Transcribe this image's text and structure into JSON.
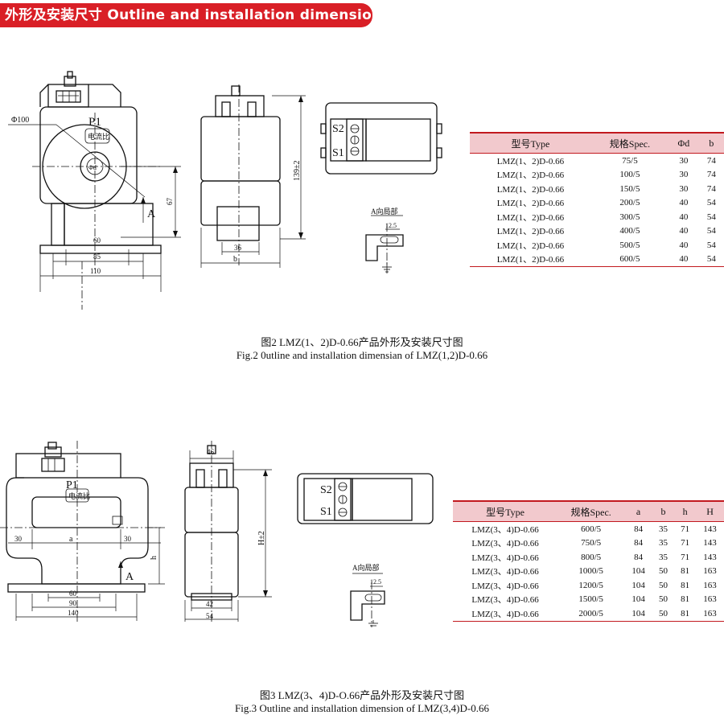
{
  "header": {
    "title": "外形及安装尺寸 Outline and installation dimension"
  },
  "fig2": {
    "labels": {
      "phi100": "Φ100",
      "p1": "P1",
      "ratio": "电流比",
      "phid": "Φd",
      "a": "A",
      "d67": "67",
      "d60": "60",
      "d85": "85",
      "d110": "110",
      "d36": "36",
      "b": "b",
      "d139": "139±2",
      "s2": "S2",
      "s1": "S1",
      "detail": "A向局部",
      "d125": "12.5"
    },
    "caption_cn": "图2  LMZ(1、2)D-0.66产品外形及安装尺寸图",
    "caption_en": "Fig.2 0utline and installation dimensian of LMZ(1,2)D-0.66",
    "table": {
      "headers": [
        "型号Type",
        "规格Spec.",
        "Φd",
        "b"
      ],
      "rows": [
        [
          "LMZ(1、2)D-0.66",
          "75/5",
          "30",
          "74"
        ],
        [
          "LMZ(1、2)D-0.66",
          "100/5",
          "30",
          "74"
        ],
        [
          "LMZ(1、2)D-0.66",
          "150/5",
          "30",
          "74"
        ],
        [
          "LMZ(1、2)D-0.66",
          "200/5",
          "40",
          "54"
        ],
        [
          "LMZ(1、2)D-0.66",
          "300/5",
          "40",
          "54"
        ],
        [
          "LMZ(1、2)D-0.66",
          "400/5",
          "40",
          "54"
        ],
        [
          "LMZ(1、2)D-0.66",
          "500/5",
          "40",
          "54"
        ],
        [
          "LMZ(1、2)D-0.66",
          "600/5",
          "40",
          "54"
        ]
      ]
    }
  },
  "fig3": {
    "labels": {
      "p1": "P1",
      "ratio": "电流比",
      "d30l": "30",
      "a_dim": "a",
      "d30r": "30",
      "h": "h",
      "a": "A",
      "d60": "60",
      "d90": "90",
      "d140": "140",
      "d46": "46",
      "d42": "42",
      "d54": "54",
      "H": "H±2",
      "s2": "S2",
      "s1": "S1",
      "detail": "A向局部",
      "d125": "12.5"
    },
    "caption_cn": "图3  LMZ(3、4)D-O.66产品外形及安装尺寸图",
    "caption_en": "Fig.3 Outline and installation dimension of LMZ(3,4)D-0.66",
    "table": {
      "headers": [
        "型号Type",
        "规格Spec.",
        "a",
        "b",
        "h",
        "H"
      ],
      "rows": [
        [
          "LMZ(3、4)D-0.66",
          "600/5",
          "84",
          "35",
          "71",
          "143"
        ],
        [
          "LMZ(3、4)D-0.66",
          "750/5",
          "84",
          "35",
          "71",
          "143"
        ],
        [
          "LMZ(3、4)D-0.66",
          "800/5",
          "84",
          "35",
          "71",
          "143"
        ],
        [
          "LMZ(3、4)D-0.66",
          "1000/5",
          "104",
          "50",
          "81",
          "163"
        ],
        [
          "LMZ(3、4)D-0.66",
          "1200/5",
          "104",
          "50",
          "81",
          "163"
        ],
        [
          "LMZ(3、4)D-0.66",
          "1500/5",
          "104",
          "50",
          "81",
          "163"
        ],
        [
          "LMZ(3、4)D-0.66",
          "2000/5",
          "104",
          "50",
          "81",
          "163"
        ]
      ]
    }
  }
}
